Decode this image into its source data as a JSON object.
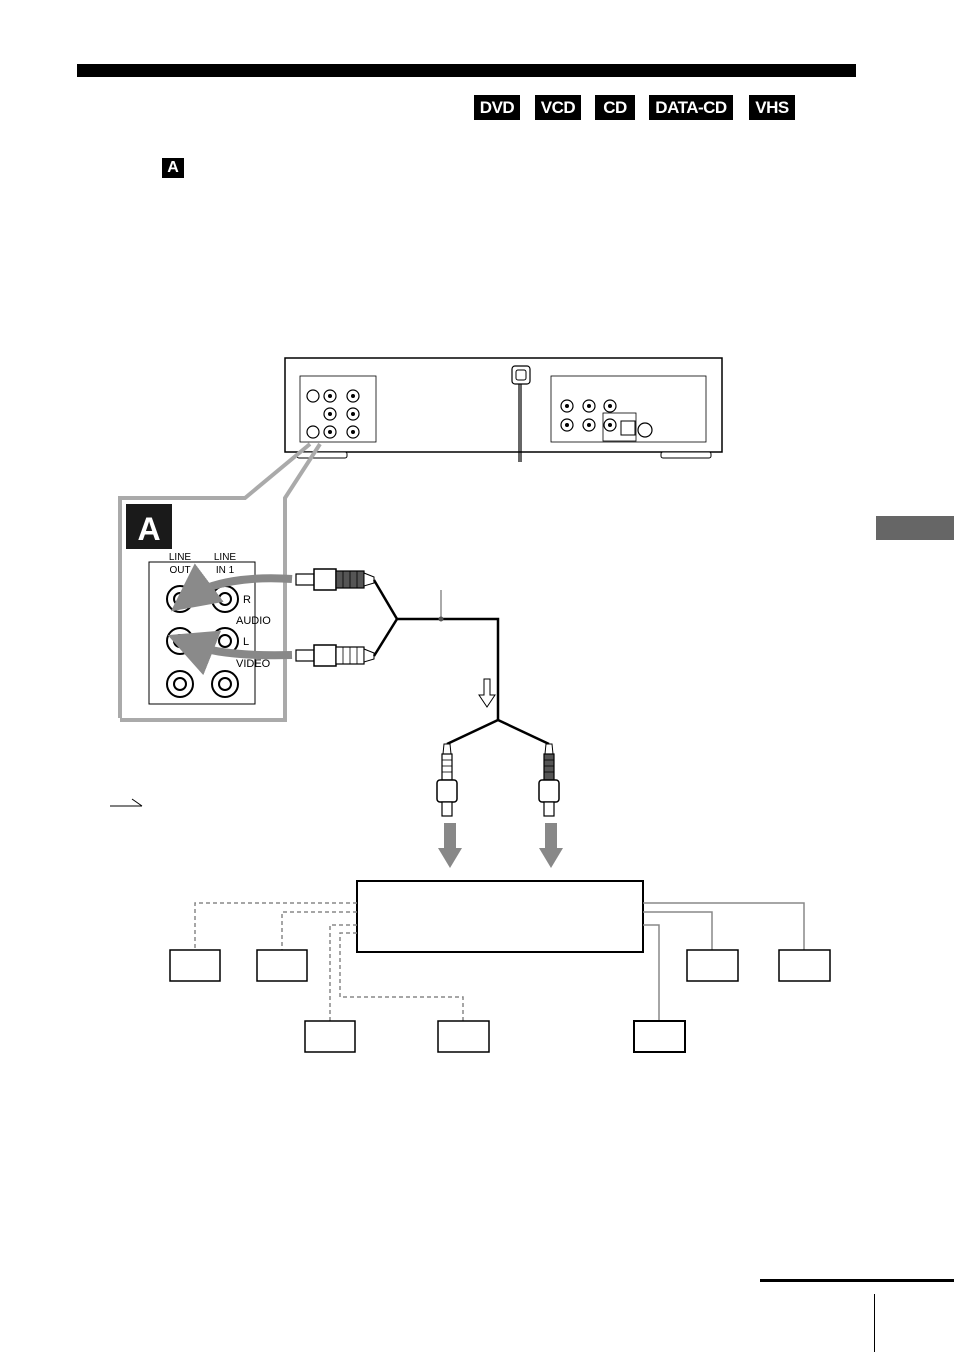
{
  "badges": [
    "DVD",
    "VCD",
    "CD",
    "DATA-CD",
    "VHS"
  ],
  "step_marker": "A",
  "panel": {
    "letter": "A",
    "line_out_1": "LINE",
    "line_out_2": "OUT",
    "line_in_1": "LINE",
    "line_in_2": "IN 1",
    "r": "R",
    "audio": "AUDIO",
    "l": "L",
    "video": "VIDEO"
  }
}
